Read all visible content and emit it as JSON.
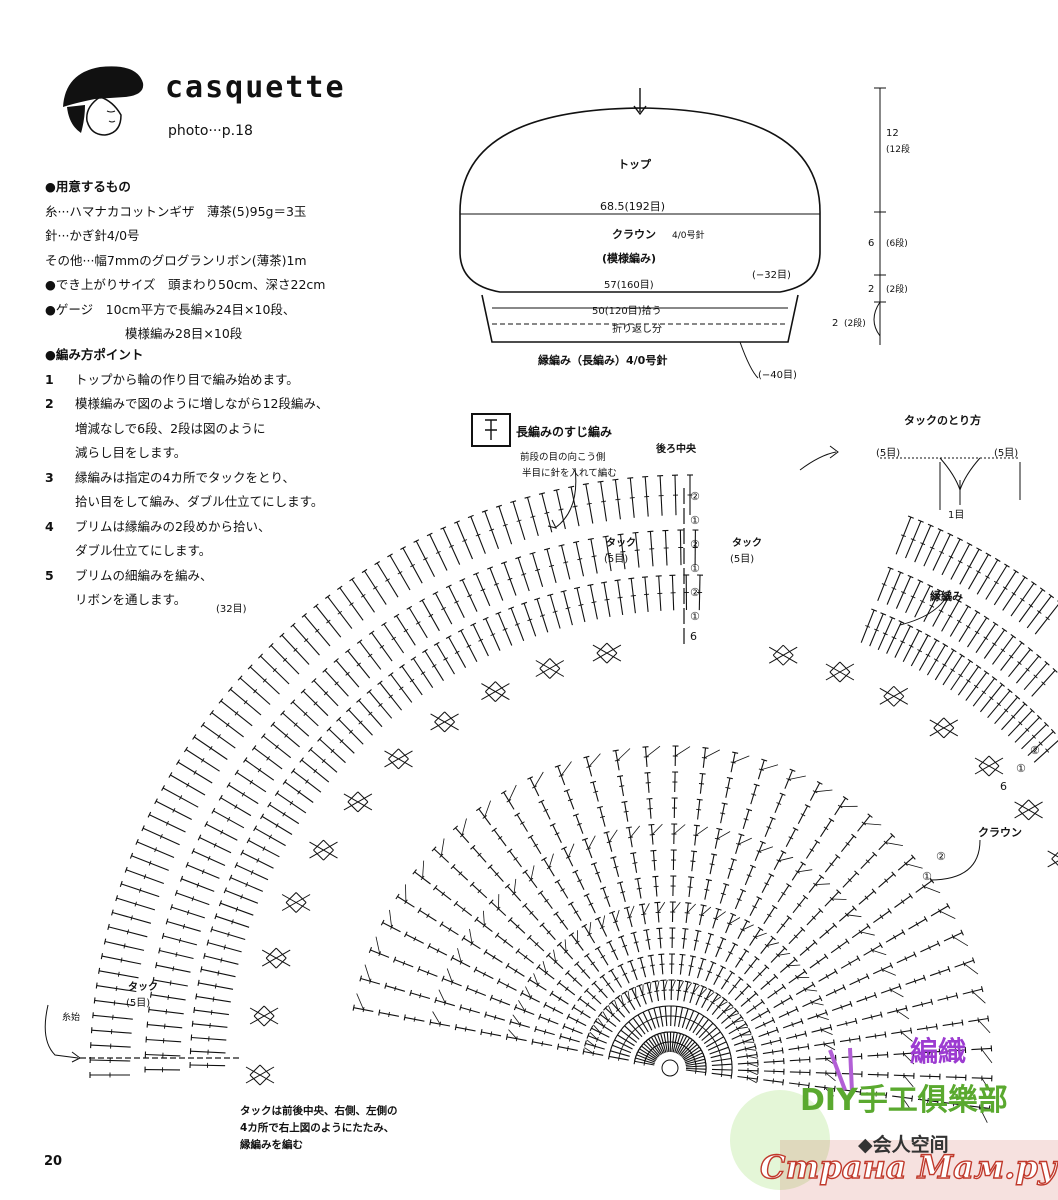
{
  "header": {
    "title": "casquette",
    "photo_ref": "photo···p.18"
  },
  "materials": {
    "heading": "●用意するもの",
    "yarn": "糸···ハマナカコットンギザ　薄茶(5)95g＝3玉",
    "hook": "針···かぎ針4/0号",
    "other": "その他···幅7mmのグログランリボン(薄茶)1m",
    "size": "●でき上がりサイズ　頭まわり50cm、深さ22cm",
    "gauge1": "●ゲージ　10cm平方で長編み24目×10段、",
    "gauge2": "模様編み28目×10段"
  },
  "points": {
    "heading": "●編み方ポイント",
    "items": [
      {
        "n": "1",
        "lines": [
          "トップから輪の作り目で編み始めます。"
        ]
      },
      {
        "n": "2",
        "lines": [
          "模様編みで図のように増しながら12段編み、",
          "増減なしで6段、2段は図のように",
          "減らし目をします。"
        ]
      },
      {
        "n": "3",
        "lines": [
          "縁編みは指定の4カ所でタックをとり、",
          "拾い目をして編み、ダブル仕立てにします。"
        ]
      },
      {
        "n": "4",
        "lines": [
          "ブリムは縁編みの2段めから拾い、",
          "ダブル仕立てにします。"
        ]
      },
      {
        "n": "5",
        "lines": [
          "ブリムの細編みを編み、",
          "リボンを通します。"
        ]
      }
    ]
  },
  "schematic": {
    "top": "トップ",
    "crown_width": "68.5(192目)",
    "crown": "クラウン",
    "hook_size": "4/0号針",
    "pattern": "(模様編み)",
    "dec": "(−32目)",
    "width57": "57(160目)",
    "width50": "50(120目)拾う",
    "fold": "折り返し分",
    "edge": "縁編み（長編み）4/0号針",
    "dec40": "(−40目)",
    "dim_top": "12",
    "dim_top_rows": "(12段)",
    "dim_mid": "6",
    "dim_mid_rows": "(6段)",
    "dim_2a": "2",
    "dim_2a_rows": "(2段)",
    "dim_2b": "2",
    "dim_2b_rows": "(2段)"
  },
  "chart": {
    "legend": "長編みのすじ編み",
    "legend_note1": "前段の目の向こう側",
    "legend_note2": "半目に針を入れて編む",
    "back_center": "後ろ中央",
    "tuck_left": "タック",
    "tuck_left_n": "(5目)",
    "tuck_right": "タック",
    "tuck_right_n": "(5目)",
    "tuck_method": "タックのとり方",
    "tm_left": "(5目)",
    "tm_right": "(5目)",
    "tm_one": "1目",
    "edge_label": "縁編み",
    "count32": "(32目)",
    "crown_label": "クラウン",
    "tuck_bottom": "タック",
    "tuck_bottom_n": "(5目)",
    "start": "糸始",
    "r2": "②",
    "r1": "①",
    "r6": "6",
    "note1": "タックは前後中央、右側、左側の",
    "note2": "4カ所で右上図のようにたたみ、",
    "note3": "縁編みを編む"
  },
  "footer": {
    "page": "20"
  },
  "watermark": {
    "brand": "DIY手工俱樂部",
    "sub": "◆会人空间",
    "site": "Страна Мам.ру",
    "mark": "編織"
  }
}
